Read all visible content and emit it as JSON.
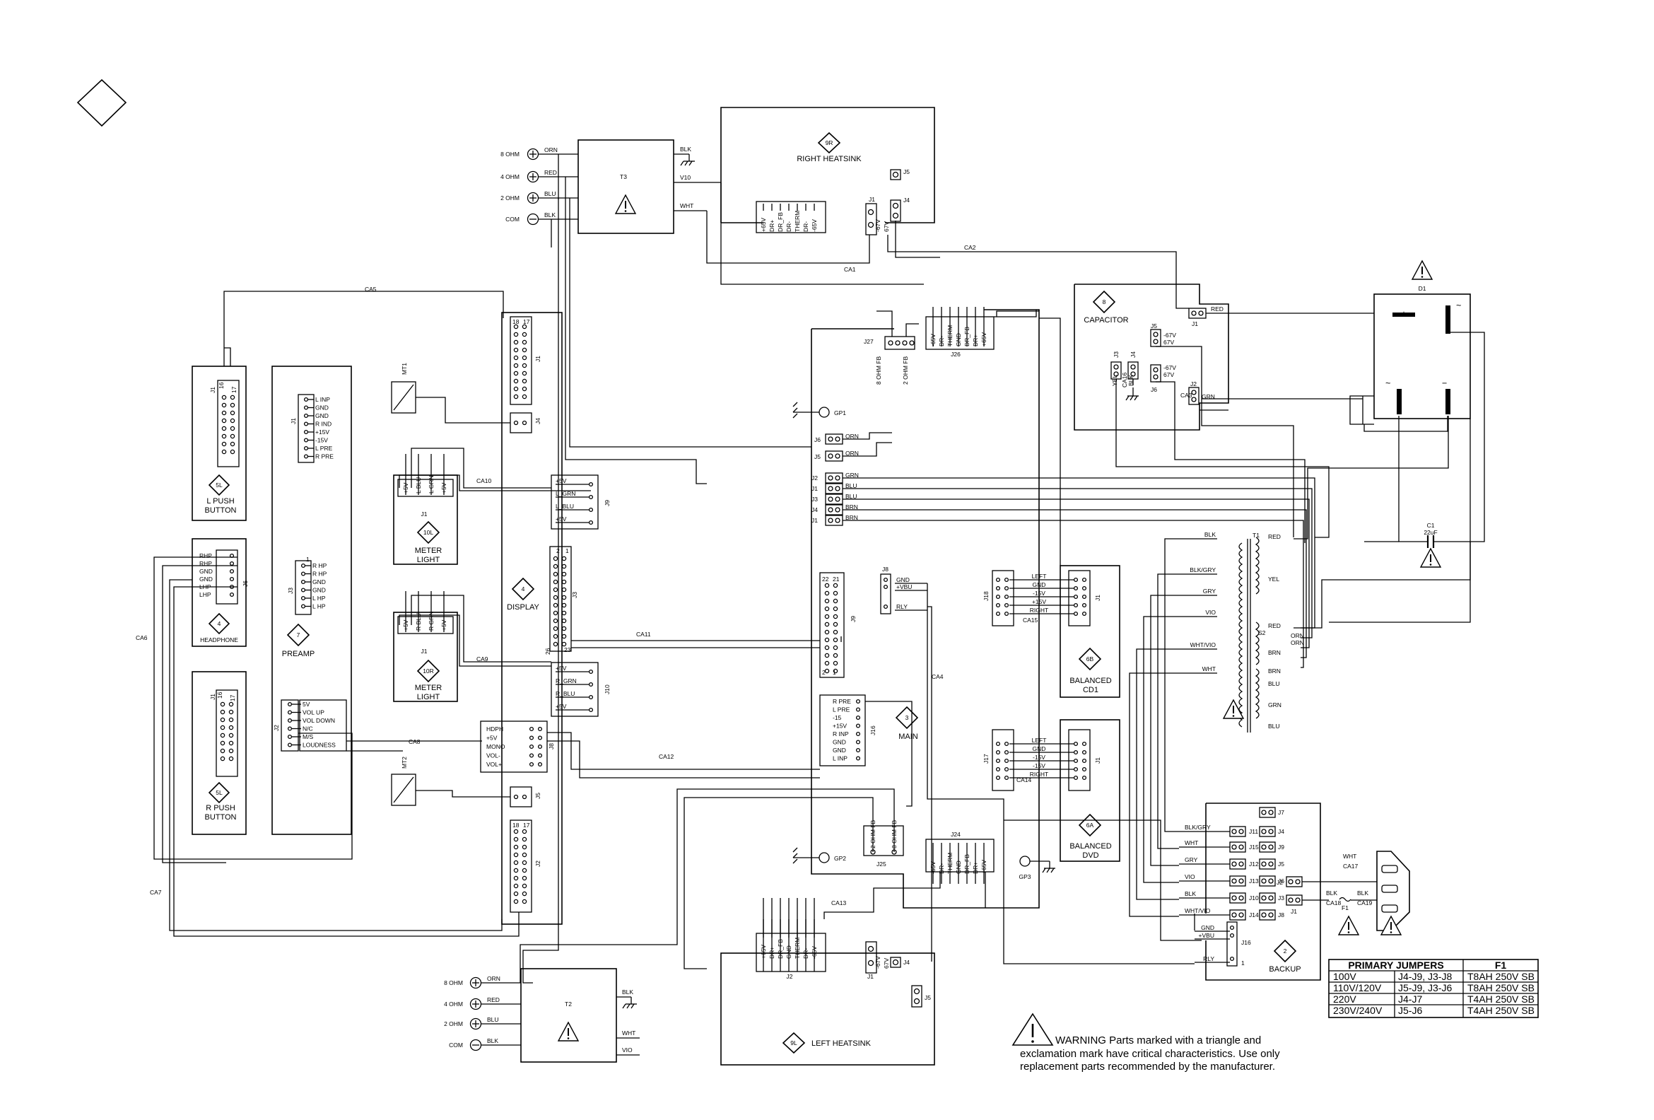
{
  "corner_mark": "",
  "t3": {
    "label": "T3",
    "taps": [
      "8 OHM",
      "4 OHM",
      "2 OHM",
      "COM"
    ],
    "wires": [
      "ORN",
      "RED",
      "BLU",
      "BLK"
    ],
    "out": [
      "BLK",
      "V10",
      "WHT"
    ]
  },
  "t2": {
    "label": "T2",
    "taps": [
      "8 OHM",
      "4 OHM",
      "2 OHM",
      "COM"
    ],
    "wires": [
      "ORN",
      "RED",
      "BLU",
      "BLK"
    ],
    "out": [
      "BLK",
      "WHT",
      "VIO"
    ]
  },
  "right_heatsink": {
    "num": "9R",
    "title": "RIGHT HEATSINK",
    "pins": [
      "+65V",
      "DR+",
      "DR_FB",
      "DR-",
      "THERM",
      "DR-",
      "-65V"
    ],
    "j1": "J1",
    "j1_pins": [
      "-67V",
      "67V"
    ],
    "j4": "J4",
    "j5": "J5"
  },
  "left_heatsink": {
    "num": "9L",
    "title": "LEFT HEATSINK",
    "pins": [
      "+65V",
      "DR+",
      "DR_FB",
      "GND",
      "THERM",
      "DR-",
      "-65V"
    ],
    "j2": "J2",
    "j1": "J1",
    "j1_pins": [
      "-67V",
      "67V"
    ],
    "j4": "J4",
    "j5": "J5"
  },
  "cables": {
    "ca1": "CA1",
    "ca2": "CA2",
    "ca3": "CA3",
    "ca4": "CA4",
    "ca5": "CA5",
    "ca6": "CA6",
    "ca7": "CA7",
    "ca8": "CA8",
    "ca9": "CA9",
    "ca10": "CA10",
    "ca11": "CA11",
    "ca12": "CA12",
    "ca13": "CA13",
    "ca14": "CA14",
    "ca15": "CA15",
    "ca16": "CA16",
    "ca17": "CA17",
    "ca18": "CA18",
    "ca19": "CA19"
  },
  "l_push": {
    "num": "5L",
    "title1": "L PUSH",
    "title2": "BUTTON",
    "conn": "J1",
    "pin_a": "16",
    "pin_b": "17"
  },
  "r_push": {
    "num": "5L",
    "title1": "R PUSH",
    "title2": "BUTTON",
    "conn": "J1",
    "pin_a": "16",
    "pin_b": "17"
  },
  "headphone": {
    "num": "4",
    "title": "HEADPHONE",
    "conn": "J6",
    "pins": [
      "RHP",
      "RHP",
      "GND",
      "GND",
      "LHP",
      "LHP"
    ]
  },
  "preamp": {
    "num": "7",
    "title": "PREAMP",
    "j1": "J1",
    "j1_pins": [
      "L INP",
      "GND",
      "GND",
      "R IND",
      "+15V",
      "-15V",
      "L PRE",
      "R PRE"
    ],
    "j3": "J3",
    "j3_pins": [
      "R HP",
      "R HP",
      "GND",
      "GND",
      "L HP",
      "L HP"
    ],
    "j2": "J2",
    "j2_pins": [
      "5V",
      "VOL UP",
      "VOL DOWN",
      "N/C",
      "M/S",
      "LOUDNESS"
    ]
  },
  "mt1": "MT1",
  "mt2": "MT2",
  "meter_l": {
    "num": "10L",
    "title1": "METER",
    "title2": "LIGHT",
    "conn": "J1",
    "pins": [
      "+5V",
      "L BLU",
      "L GRN",
      "+5V"
    ]
  },
  "meter_r": {
    "num": "10R",
    "title1": "METER",
    "title2": "LIGHT",
    "conn": "J1",
    "pins": [
      "+5V",
      "R BLU",
      "R GRN",
      "+5V"
    ]
  },
  "display": {
    "num": "4",
    "title": "DISPLAY",
    "j1": "J1",
    "j4": "J4",
    "j5": "J5",
    "j2": "J2",
    "j3": "J3",
    "j9": "J9",
    "j9_pins": [
      "+5V",
      "L_GRN",
      "L_BLU",
      "+5V"
    ],
    "j10": "J10",
    "j10_pins": [
      "+5V",
      "R_GRN",
      "R_BLU",
      "+5V"
    ],
    "j8": "J8",
    "j8_pins": [
      "HDPH",
      "+5V",
      "MONO",
      "VOL-",
      "VOL+"
    ],
    "pin_18": "18",
    "pin_17": "17",
    "pin_2": "2",
    "pin_1": "1",
    "pin_26": "26",
    "pin_23": "23"
  },
  "main": {
    "num": "3",
    "title": "MAIN",
    "j27": "J27",
    "j27_pins": [
      "8 OHM FB",
      "2 OHM FB"
    ],
    "gp1": "GP1",
    "gp2": "GP2",
    "gp3": "GP3",
    "j6": "J6",
    "j6_w": "ORN",
    "j5": "J5",
    "j5_w": "ORN",
    "js": [
      "J2",
      "J1",
      "J3",
      "J4",
      "J1"
    ],
    "js_w": [
      "GRN",
      "BLU",
      "BLU",
      "BRN",
      "BRN"
    ],
    "j8": "J8",
    "j8_pins": [
      "GND",
      "+VBU",
      "RLY"
    ],
    "j9": "J9",
    "j9_a": "22",
    "j9_b": "21",
    "j9_c": "2",
    "j9_d": "1",
    "j16": "J16",
    "j16_pins": [
      "R PRE",
      "L PRE",
      "-15",
      "+15V",
      "R INP",
      "GND",
      "GND",
      "L INP"
    ],
    "j25": "J25",
    "j25_pins": [
      "2 OHM FB",
      "8 OHM FB"
    ]
  },
  "j26": {
    "label": "J26",
    "pins": [
      "-65V",
      "DR-",
      "THERM",
      "GND",
      "DR_FB",
      "DR+",
      "+65V"
    ]
  },
  "j24": {
    "label": "J24",
    "pins": [
      "-65V",
      "DR-",
      "THERM",
      "GND",
      "DR_FB",
      "DR+",
      "+65V"
    ]
  },
  "capacitor": {
    "num": "8",
    "title": "CAPACITOR",
    "j1": "J1",
    "j1_w": "RED",
    "j2": "J2",
    "j2_w": "GRN",
    "j3": "J3",
    "j4": "J4",
    "j5": "J5",
    "j6": "J6",
    "j5_pins": [
      "-67V",
      "67V"
    ],
    "j6_pins": [
      "-67V",
      "67V"
    ],
    "yel": "YEL",
    "blk": "BLK"
  },
  "d1": {
    "label": "D1",
    "plus": "+",
    "minus": "−",
    "ac1": "~",
    "ac2": "~"
  },
  "c1": {
    "label": "C1",
    "value": "22uF"
  },
  "balanced_cd": {
    "num": "6B",
    "title1": "BALANCED",
    "title2": "CD1",
    "j18": "J18",
    "j1": "J1",
    "pins": [
      "LEFT",
      "GND",
      "-15V",
      "+15V",
      "RIGHT"
    ]
  },
  "balanced_dvd": {
    "num": "6A",
    "title1": "BALANCED",
    "title2": "DVD",
    "j17": "J17",
    "j1": "J1",
    "pins": [
      "LEFT",
      "GND",
      "-15V",
      "-15V",
      "RIGHT"
    ]
  },
  "t1": {
    "label": "T1",
    "primary": [
      "BLK",
      "BLK/GRY",
      "GRY",
      "VIO",
      "WHT/VIO",
      "WHT"
    ],
    "secondary": [
      "RED",
      "YEL",
      "RED",
      "ORN",
      "ORN",
      "BRN",
      "BRN",
      "BLU",
      "GRN",
      "BLU"
    ],
    "s2": "S2"
  },
  "backup": {
    "num": "2",
    "title": "BACKUP",
    "left_w": [
      "BLK/GRY",
      "WHT",
      "GRY",
      "VIO",
      "BLK",
      "WHT/VIO"
    ],
    "left_j": [
      "J11",
      "J15",
      "J12",
      "J13",
      "J10",
      "J14"
    ],
    "right_j": [
      "J4",
      "J9",
      "J5",
      "J6",
      "J3",
      "J8"
    ],
    "j7": "J7",
    "j2": "J2",
    "j1": "J1",
    "j16": "J16",
    "j16_pins": [
      "GND",
      "+VBU",
      "RLY"
    ],
    "j16_a": "1",
    "wht": "WHT",
    "blk": "BLK",
    "blk2": "BLK",
    "f1": "F1"
  },
  "jumpers": {
    "h1": "PRIMARY JUMPERS",
    "h2": "F1",
    "rows": [
      {
        "v": "100V",
        "j": "J4-J9, J3-J8",
        "f": "T8AH 250V SB"
      },
      {
        "v": "110V/120V",
        "j": "J5-J9, J3-J6",
        "f": "T8AH 250V SB"
      },
      {
        "v": "220V",
        "j": "J4-J7",
        "f": "T4AH 250V SB"
      },
      {
        "v": "230V/240V",
        "j": "J5-J6",
        "f": "T4AH 250V SB"
      }
    ]
  },
  "warning": {
    "line1": "WARNING Parts marked with a triangle and",
    "line2": "exclamation mark have critical characteristics. Use only",
    "line3": "replacement parts recommended by the manufacturer."
  }
}
